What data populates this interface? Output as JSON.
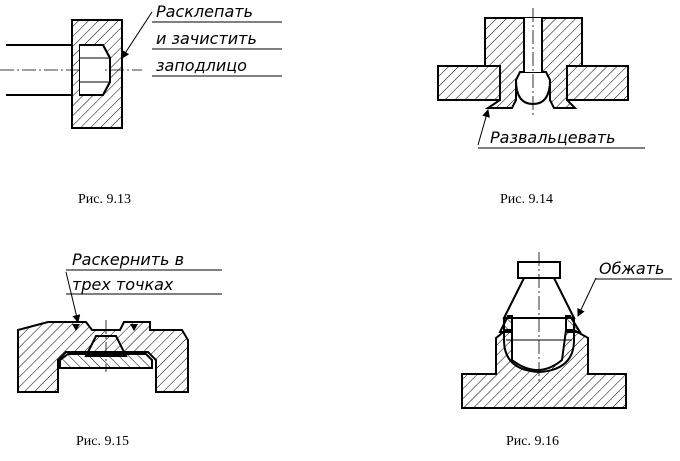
{
  "figures": [
    {
      "id": "9.13",
      "caption": "Рис. 9.13",
      "annotation_lines": [
        "Расклепать",
        "и зачистить",
        "заподлицо"
      ]
    },
    {
      "id": "9.14",
      "caption": "Рис. 9.14",
      "annotation_lines": [
        "Развальцевать"
      ]
    },
    {
      "id": "9.15",
      "caption": "Рис. 9.15",
      "annotation_lines": [
        "Раскернить в",
        "трех точках"
      ]
    },
    {
      "id": "9.16",
      "caption": "Рис. 9.16",
      "annotation_lines": [
        "Обжать"
      ]
    }
  ]
}
